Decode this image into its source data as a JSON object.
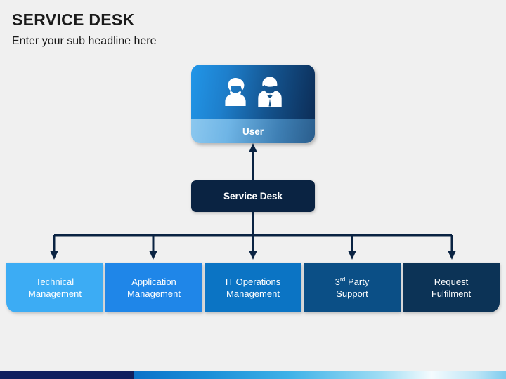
{
  "slide": {
    "title": "SERVICE DESK",
    "subtitle": "Enter your sub headline here",
    "background_color": "#f0f0f0"
  },
  "diagram": {
    "type": "hierarchy",
    "root": {
      "id": "user",
      "label": "User",
      "icon": "two-people-icon",
      "card_art_gradient": [
        "#2196e8",
        "#0c2d57"
      ],
      "label_band_gradient": [
        "#8cc8ef",
        "#2a5d8c"
      ]
    },
    "hub": {
      "id": "service-desk",
      "label": "Service Desk",
      "color": "#0a2342"
    },
    "connectors": {
      "color": "#0a2342",
      "user_link_direction": "up",
      "leaf_link_direction": "down",
      "leaf_count": 5
    },
    "leaves": [
      {
        "id": "technical-management",
        "line1": "Technical",
        "line2": "Management",
        "color": "#3cacf4"
      },
      {
        "id": "application-management",
        "line1": "Application",
        "line2": "Management",
        "color": "#1f86e8"
      },
      {
        "id": "it-operations-management",
        "line1": "IT Operations",
        "line2": "Management",
        "color": "#0b74c4"
      },
      {
        "id": "third-party-support",
        "line1": "3rd Party",
        "line2": "Support",
        "color": "#0b4f86",
        "superscript": "rd",
        "base": "3",
        "rest": " Party"
      },
      {
        "id": "request-fulfilment",
        "line1": "Request",
        "line2": "Fulfilment",
        "color": "#0c3356"
      }
    ]
  },
  "footer": {
    "navy_color": "#101f5e",
    "gradient_colors": [
      "#0b72c9",
      "#3fb2e8",
      "#f4fbfe",
      "#7dcbee"
    ]
  }
}
